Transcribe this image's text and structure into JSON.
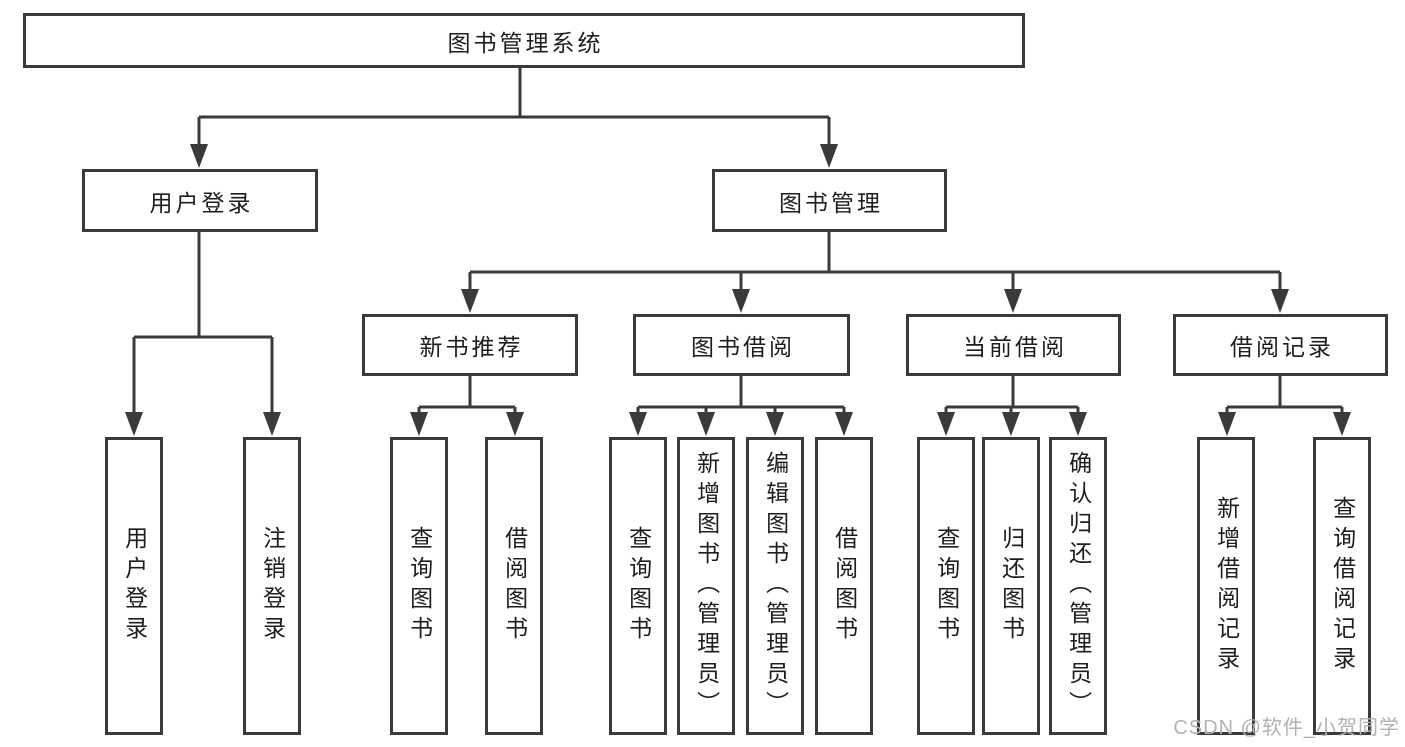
{
  "tree": {
    "label": "图书管理系统",
    "children": [
      {
        "label": "用户登录",
        "children": [
          {
            "label": "用户登录"
          },
          {
            "label": "注销登录"
          }
        ]
      },
      {
        "label": "图书管理",
        "children": [
          {
            "label": "新书推荐",
            "children": [
              {
                "label": "查询图书"
              },
              {
                "label": "借阅图书"
              }
            ]
          },
          {
            "label": "图书借阅",
            "children": [
              {
                "label": "查询图书"
              },
              {
                "label": "新增图书（管理员）"
              },
              {
                "label": "编辑图书（管理员）"
              },
              {
                "label": "借阅图书"
              }
            ]
          },
          {
            "label": "当前借阅",
            "children": [
              {
                "label": "查询图书"
              },
              {
                "label": "归还图书"
              },
              {
                "label": "确认归还（管理员）"
              }
            ]
          },
          {
            "label": "借阅记录",
            "children": [
              {
                "label": "新增借阅记录"
              },
              {
                "label": "查询借阅记录"
              }
            ]
          }
        ]
      }
    ]
  },
  "watermark": {
    "text": "CSDN @软件_小贺同学"
  },
  "colors": {
    "line": "#3a3a3a",
    "text": "#1e1e1e",
    "background": "#ffffff",
    "watermark": "#b2b2b2"
  }
}
